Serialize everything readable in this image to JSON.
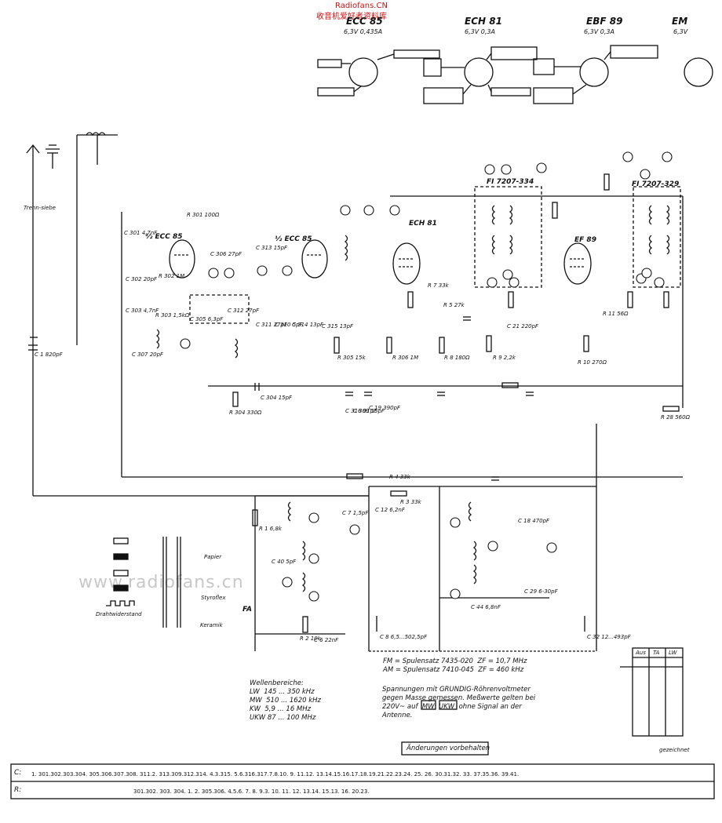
{
  "watermark_top": {
    "line1": "Radiofans.CN",
    "line2": "收音机爱好者资料库"
  },
  "watermark_mid": "www.radiofans.cn",
  "tubes": [
    {
      "name": "ECC 85",
      "spec": "6,3V 0,435A"
    },
    {
      "name": "ECH 81",
      "spec": "6,3V 0,3A"
    },
    {
      "name": "EBF 89",
      "spec": "6,3V 0,3A"
    },
    {
      "name": "EM",
      "spec": "6,3V"
    }
  ],
  "stage_labels": {
    "ecc85_a": "½ ECC 85",
    "ecc85_b": "½ ECC 85",
    "ech81": "ECH 81",
    "ef89": "EF 89",
    "fi1": "FI 7207-334",
    "fi2": "FI 7207-329",
    "trennsiebe": "Trenn-siebe",
    "drahtwiderstand": "Drahtwiderstand",
    "papier": "Papier",
    "styroflex": "Styroflex",
    "keramik": "Keramik",
    "fa": "FA",
    "table_cols": [
      "Aus",
      "TA",
      "LW"
    ],
    "table_note": "gezeichnet"
  },
  "notes": {
    "coils": "FM = Spulensatz 7435-020  ZF = 10,7 MHz\nAM = Spulensatz 7410-045  ZF = 460 kHz",
    "wellen": "Wellenbereiche:\nLW  145 ... 350 kHz\nMW  510 ... 1620 kHz\nKW  5,9 ... 16 MHz\nUKW 87 ... 100 MHz",
    "spannungen": "Spannungen mit GRUNDIG-Röhrenvoltmeter\ngegen Masse gemessen. Meßwerte gelten bei\n220V~ auf  MW  UKW  ohne Signal an der\nAntenne.",
    "aenderungen": "Änderungen vorbehalten"
  },
  "bottom": {
    "c_label": "C:",
    "r_label": "R:",
    "c_values": "1.   301.302.303.304.  305.306.307.308.  311.2. 313.309.312.314.  4.3.315.  5.6.316.317.7.8.10.  9.  11.12.  13.14.15.16.17.18.19.21.22.23.24.  25. 26.  30.31.32. 33.  37.35.36.  39.41.",
    "r_values": "301.302.  303.  304.  1.  2.  305.306.  4.5.6.  7.  8.  9.3.  10.  11.  12.  13.14.  15.13.  16.  20.23."
  },
  "component_labels": [
    "C 1 820pF",
    "C 301 4,7nF",
    "C 302 20pF",
    "C 303 4,7nF",
    "C 304 15pF",
    "C 305 6,3pF",
    "C 306 27pF",
    "C 307 20pF",
    "C 309 15pF",
    "C 310 5pF",
    "C 311 27pF",
    "C 312 27pF",
    "C 313 15pF",
    "C 314 13pF",
    "C 315 13pF",
    "C 316 91pF",
    "R 301 100Ω",
    "R 302 1M",
    "R 303 1,5kΩ",
    "R 304 330Ω",
    "R 305 15k",
    "R 306 1M",
    "R 1 6,8k",
    "R 2 10k",
    "R 3 33k",
    "R 4 33k",
    "R 5 27k",
    "R 7 33k",
    "R 8 180Ω",
    "R 9 2,2k",
    "R 10 270Ω",
    "R 11 56Ω",
    "C 40 5pF",
    "C 44 6,8nF",
    "C 6 22nF",
    "C 7 1,5pF",
    "C 8 6,5...502,5pF",
    "C 12 6,2nF",
    "C 18 470pF",
    "C 19 390pF",
    "C 21 220pF",
    "C 29 6-30pF",
    "C 32 12...493pF",
    "R 28 560Ω"
  ]
}
